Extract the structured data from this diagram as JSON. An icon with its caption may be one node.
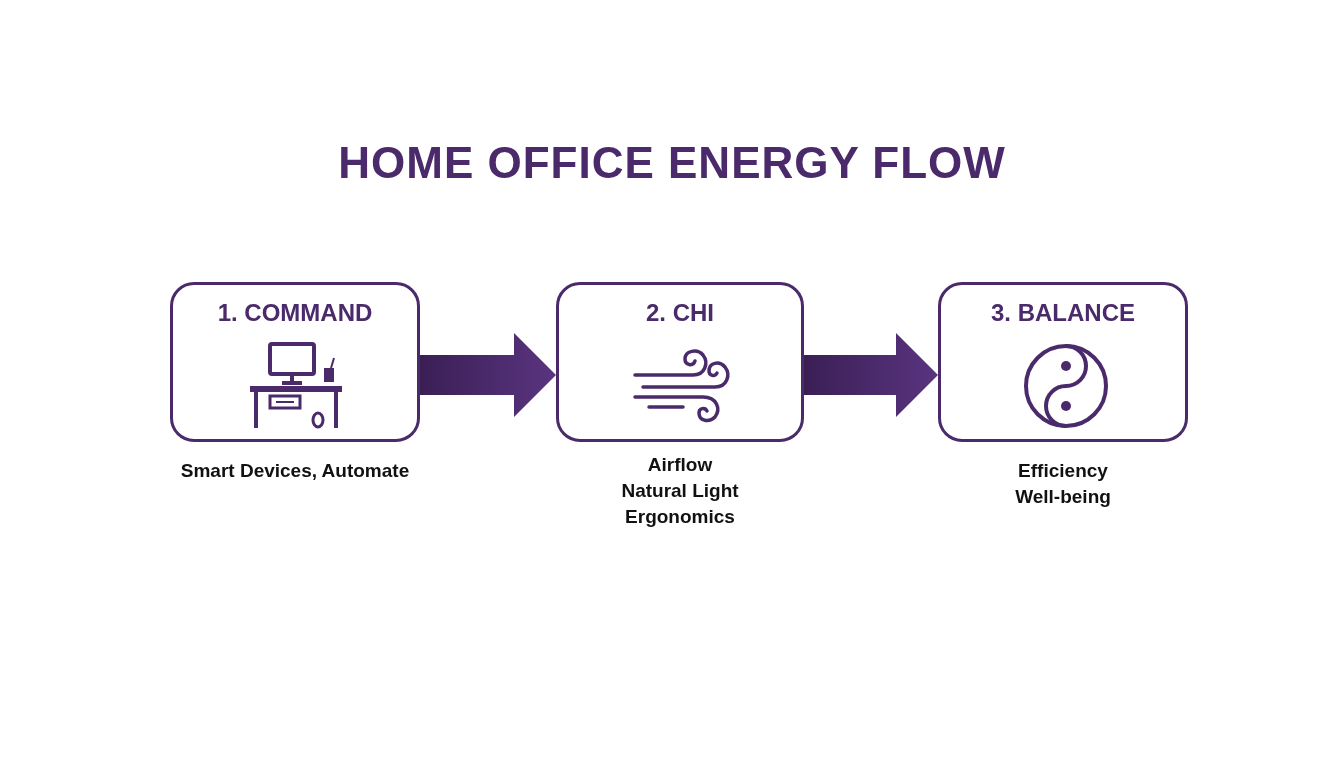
{
  "diagram": {
    "title": "HOME OFFICE ENERGY FLOW",
    "nodes": [
      {
        "text": [
          "1. COMMAND"
        ],
        "beside": [
          "Smart Devices, Automate"
        ]
      },
      {
        "text": [
          "2. CHI"
        ],
        "beside": [
          "Airflow",
          "Natural Light",
          "Ergonomics"
        ]
      },
      {
        "text": [
          "3. BALANCE"
        ],
        "beside": [
          "Efficiency",
          "Well-being"
        ]
      }
    ],
    "edges": [
      {
        "from": 0,
        "to": 1,
        "arrow": "to",
        "style": "thick"
      },
      {
        "from": 1,
        "to": 2,
        "arrow": "to",
        "style": "thick"
      }
    ]
  }
}
